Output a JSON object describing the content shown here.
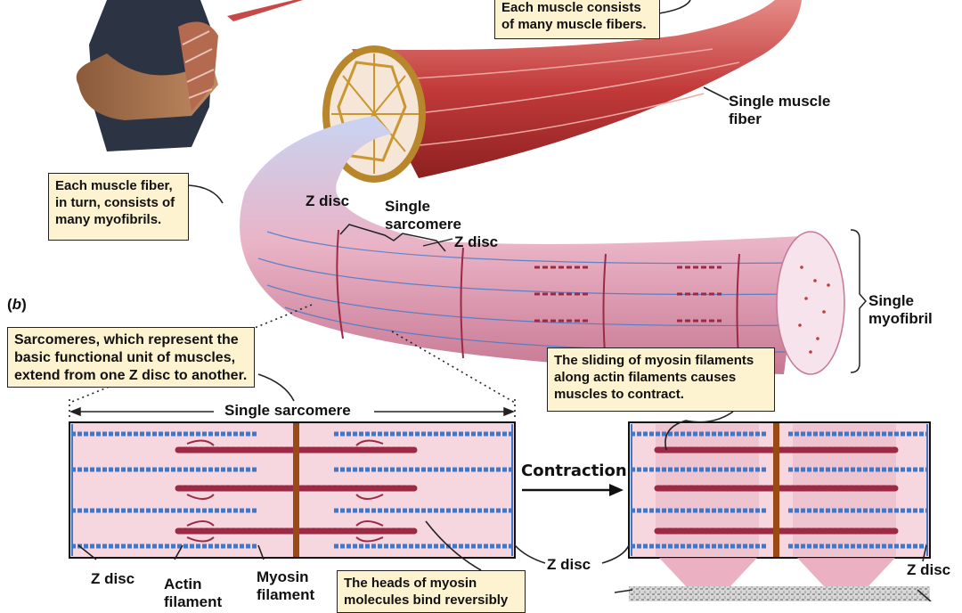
{
  "panel_letter": "b",
  "callouts": {
    "muscle_consists": "Each muscle consists of many muscle fibers.",
    "fiber_consists": "Each muscle fiber, in turn, consists of many myofibrils.",
    "sarcomere_def": "Sarcomeres, which represent the basic functional unit of muscles, extend from one Z disc to another.",
    "sliding": "The sliding of myosin filaments along actin filaments causes muscles to contract.",
    "heads": "The heads of myosin molecules bind reversibly"
  },
  "labels": {
    "single_muscle_fiber": "Single muscle fiber",
    "z_disc_upper_left": "Z disc",
    "single_sarcomere_upper": "Single sarcomere",
    "z_disc_upper_right": "Z disc",
    "single_myofibril": "Single myofibril",
    "single_sarcomere_bracket": "Single sarcomere",
    "contraction": "Contraction",
    "z_disc_bottom_left": "Z disc",
    "actin_filament": "Actin filament",
    "myosin_filament": "Myosin filament",
    "z_disc_bottom_middle": "Z disc",
    "z_disc_bottom_right": "Z disc"
  },
  "colors": {
    "muscle_red": "#c23a3a",
    "myofibril_pink": "#e6a9bd",
    "actin_blue": "#3f78c9",
    "myosin_maroon": "#9c2a45",
    "m_line_brown": "#9a4a14",
    "callout_fill": "#fdf3d0",
    "sarcomere_bg": "#f6d6df"
  }
}
